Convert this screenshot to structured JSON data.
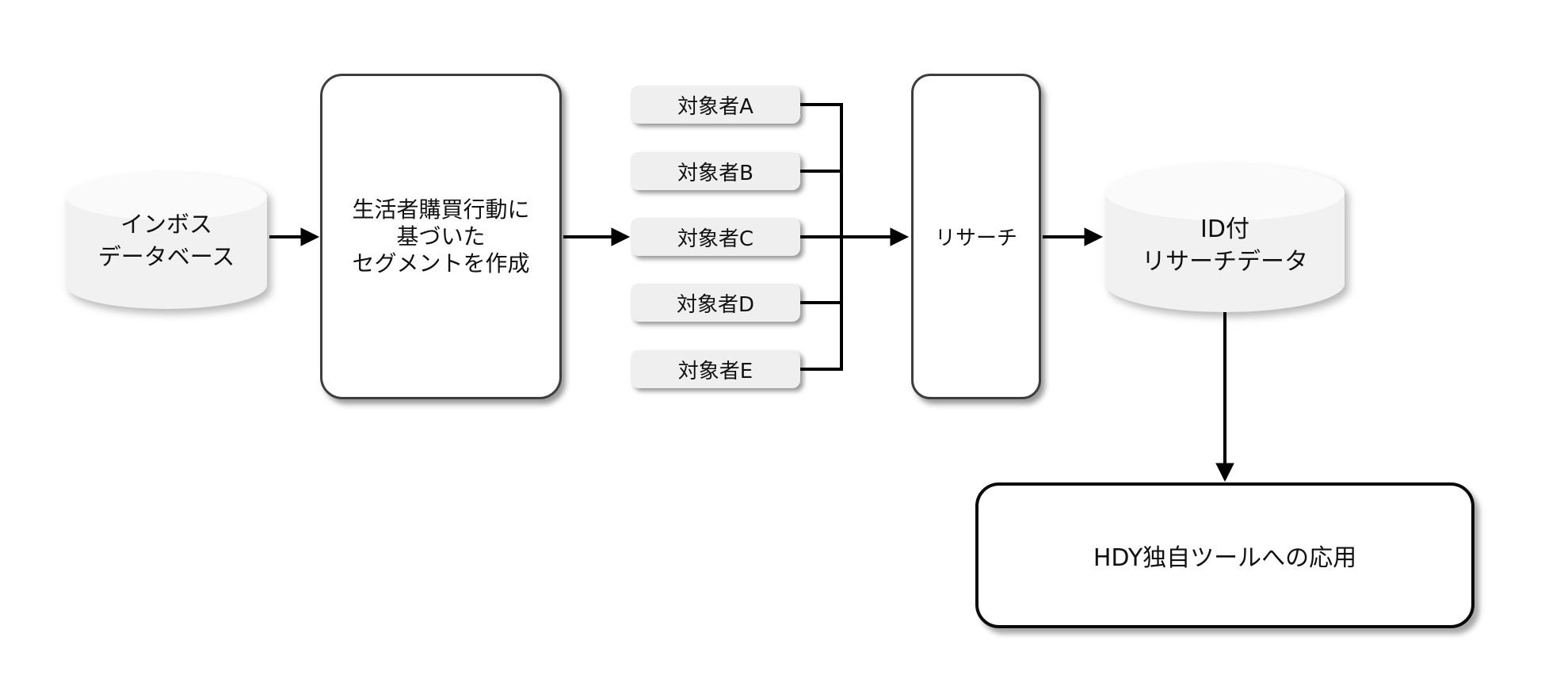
{
  "diagram": {
    "background_color": "#ffffff",
    "line_color": "#000000",
    "gray_fill": "#efefef",
    "white_fill": "#ffffff",
    "dark_border": "#3d3d3d",
    "black_border": "#0a0a0a",
    "nodes": {
      "source_db": {
        "shape": "cylinder",
        "lines": [
          "インボス",
          "データベース"
        ]
      },
      "segment": {
        "shape": "rounded-rect",
        "lines": [
          "生活者購買行動に",
          "基づいた",
          "セグメントを作成"
        ]
      },
      "targets": [
        {
          "label": "対象者A"
        },
        {
          "label": "対象者B"
        },
        {
          "label": "対象者C"
        },
        {
          "label": "対象者D"
        },
        {
          "label": "対象者E"
        }
      ],
      "research": {
        "shape": "rounded-rect",
        "label": "リサーチ"
      },
      "research_db": {
        "shape": "cylinder",
        "lines": [
          "ID付",
          "リサーチデータ"
        ]
      },
      "application": {
        "shape": "rounded-rect",
        "label": "HDY独自ツールへの応用"
      }
    },
    "connections": [
      {
        "from": "source_db",
        "to": "segment",
        "type": "arrow"
      },
      {
        "from": "segment",
        "to": "targets",
        "type": "arrow"
      },
      {
        "from": "targets",
        "to": "research",
        "type": "bus-arrow"
      },
      {
        "from": "research",
        "to": "research_db",
        "type": "arrow"
      },
      {
        "from": "research_db",
        "to": "application",
        "type": "arrow"
      }
    ]
  }
}
